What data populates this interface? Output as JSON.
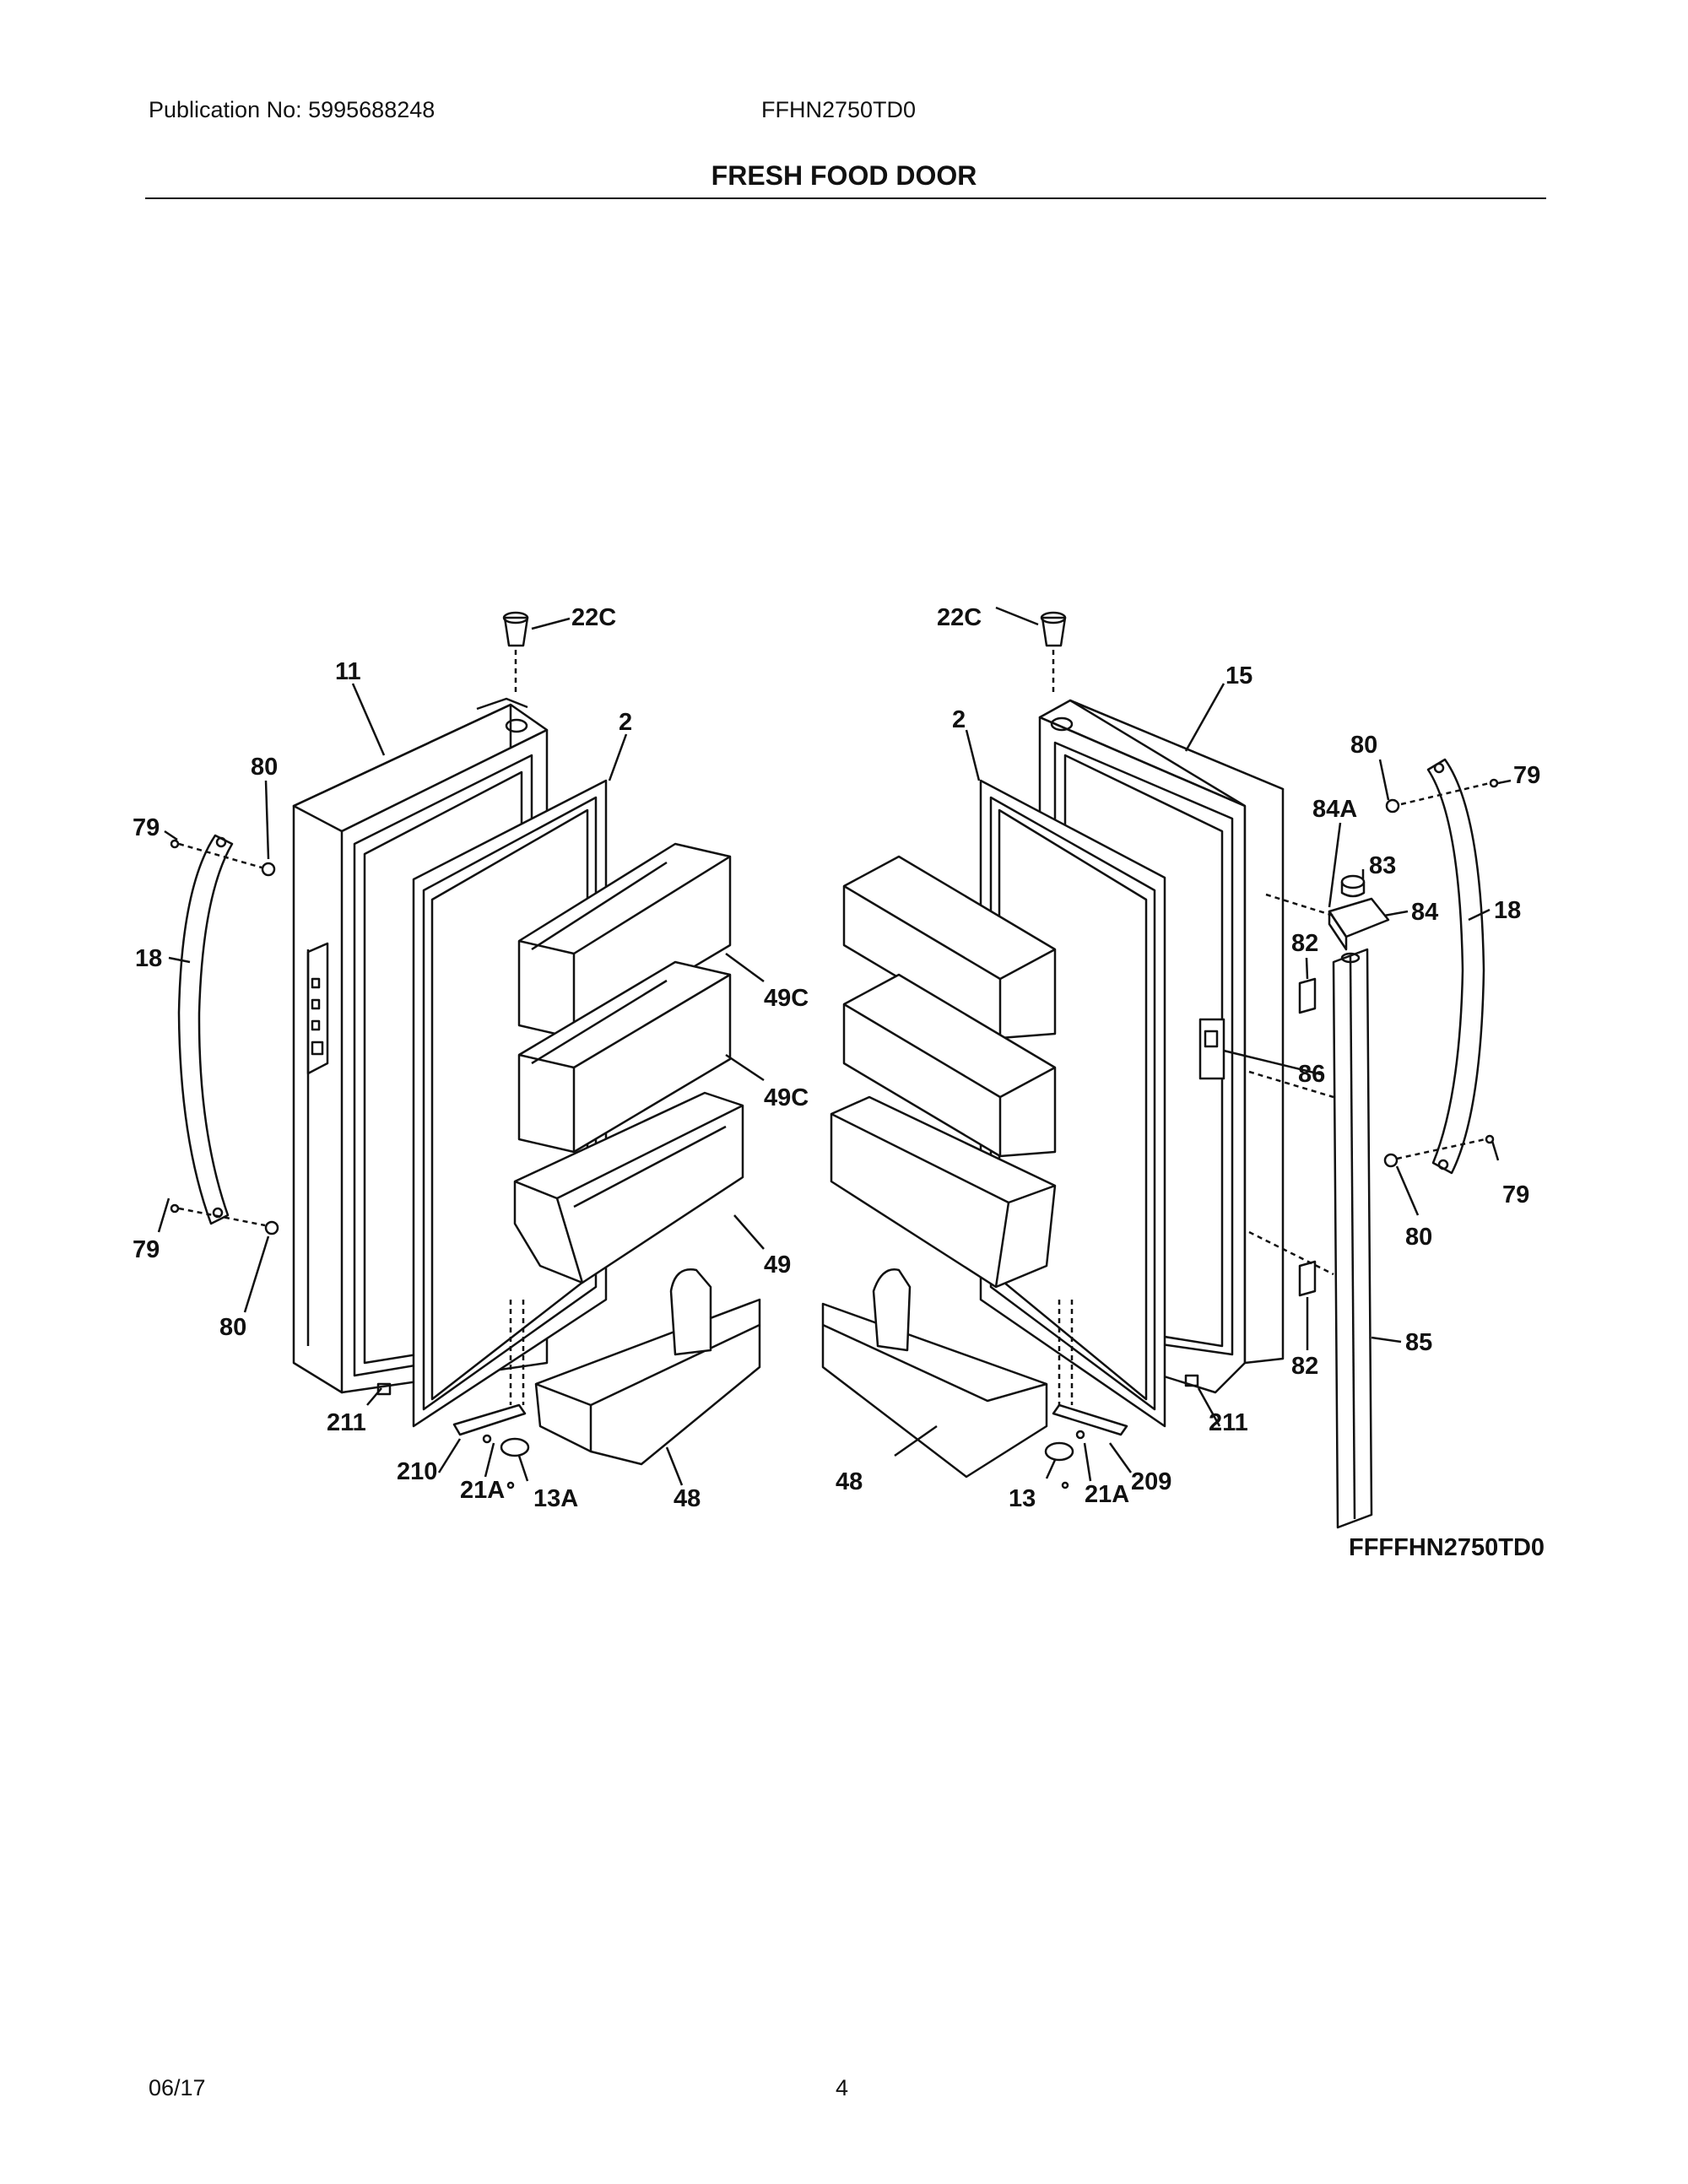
{
  "header": {
    "publication": "Publication No:  5995688248",
    "model": "FFHN2750TD0",
    "section_title": "FRESH FOOD DOOR"
  },
  "diagram": {
    "reference_id": "FFFFHN2750TD0",
    "callouts": {
      "l_22c": "22C",
      "l_11": "11",
      "l_2": "2",
      "l_80a": "80",
      "l_79a": "79",
      "l_18": "18",
      "l_49c1": "49C",
      "l_49c2": "49C",
      "l_49": "49",
      "l_79b": "79",
      "l_80b": "80",
      "l_211": "211",
      "l_210": "210",
      "l_21a": "21A",
      "l_13a": "13A",
      "l_48": "48",
      "r_22c": "22C",
      "r_15": "15",
      "r_2": "2",
      "r_80a": "80",
      "r_79a": "79",
      "r_84a": "84A",
      "r_83": "83",
      "r_84": "84",
      "r_18": "18",
      "r_82a": "82",
      "r_86": "86",
      "r_79b": "79",
      "r_80b": "80",
      "r_82b": "82",
      "r_85": "85",
      "r_211": "211",
      "r_209": "209",
      "r_21a": "21A",
      "r_13": "13",
      "r_48": "48"
    }
  },
  "footer": {
    "date": "06/17",
    "page": "4"
  }
}
